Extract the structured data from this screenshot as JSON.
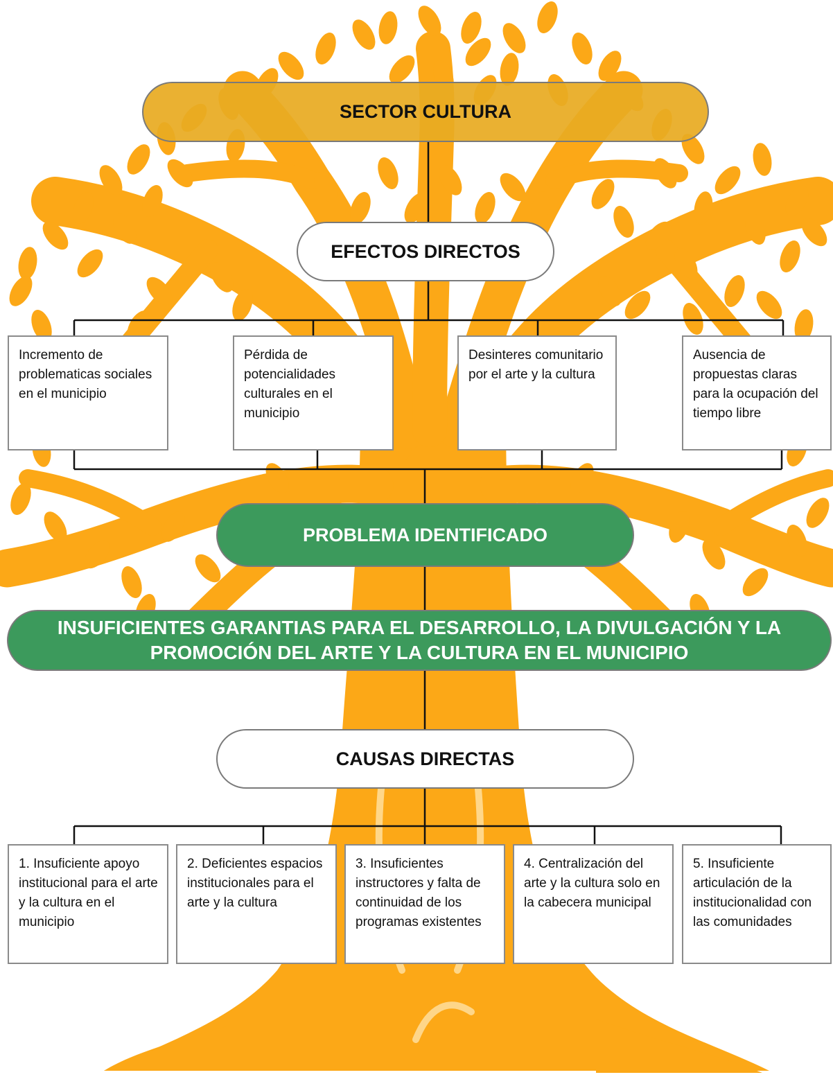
{
  "colors": {
    "tree": "#fca817",
    "header": "#e8ab22",
    "problem": "#3c9a5c",
    "line": "#111111"
  },
  "title": "SECTOR CULTURA",
  "effects": {
    "heading": "EFECTOS DIRECTOS",
    "items": [
      "Incremento de problematicas sociales en el municipio",
      "Pérdida de potencialidades culturales en el municipio",
      "Desinteres comunitario por el arte y la cultura",
      "Ausencia de propuestas claras para la ocupación del tiempo libre"
    ]
  },
  "problem": {
    "heading": "PROBLEMA IDENTIFICADO",
    "statement": "INSUFICIENTES GARANTIAS PARA EL DESARROLLO, LA DIVULGACIÓN Y LA PROMOCIÓN DEL ARTE Y LA CULTURA EN EL MUNICIPIO"
  },
  "causes": {
    "heading": "CAUSAS DIRECTAS",
    "items": [
      "1. Insuficiente apoyo institucional para el arte y la cultura en el municipio",
      "2. Deficientes espacios institucionales para el arte y la cultura",
      "3. Insuficientes instructores y falta de continuidad de los programas existentes",
      "4. Centralización del arte y la cultura solo en la cabecera municipal",
      "5. Insuficiente articulación de la institucionalidad con las comunidades"
    ]
  }
}
